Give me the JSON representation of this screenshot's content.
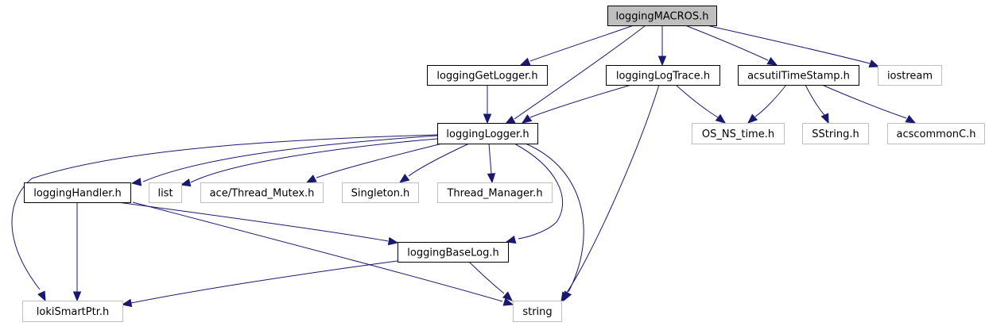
{
  "diagram": {
    "type": "include-dependency-graph",
    "colors": {
      "edge": "#191970",
      "root_fill": "#bfbfbf",
      "documented_border": "#000000",
      "external_border": "#bfbfbf",
      "node_fill": "#ffffff"
    },
    "nodes": [
      {
        "id": "loggingMACROS",
        "label": "loggingMACROS.h",
        "kind": "root"
      },
      {
        "id": "loggingGetLogger",
        "label": "loggingGetLogger.h",
        "kind": "documented"
      },
      {
        "id": "loggingLogTrace",
        "label": "loggingLogTrace.h",
        "kind": "documented"
      },
      {
        "id": "acsutilTimeStamp",
        "label": "acsutilTimeStamp.h",
        "kind": "documented"
      },
      {
        "id": "iostream",
        "label": "iostream",
        "kind": "external"
      },
      {
        "id": "loggingLogger",
        "label": "loggingLogger.h",
        "kind": "documented"
      },
      {
        "id": "OS_NS_time",
        "label": "OS_NS_time.h",
        "kind": "external"
      },
      {
        "id": "SString",
        "label": "SString.h",
        "kind": "external"
      },
      {
        "id": "acscommonC",
        "label": "acscommonC.h",
        "kind": "external"
      },
      {
        "id": "loggingHandler",
        "label": "loggingHandler.h",
        "kind": "documented"
      },
      {
        "id": "list",
        "label": "list",
        "kind": "external"
      },
      {
        "id": "aceThreadMutex",
        "label": "ace/Thread_Mutex.h",
        "kind": "external"
      },
      {
        "id": "Singleton",
        "label": "Singleton.h",
        "kind": "external"
      },
      {
        "id": "ThreadManager",
        "label": "Thread_Manager.h",
        "kind": "external"
      },
      {
        "id": "loggingBaseLog",
        "label": "loggingBaseLog.h",
        "kind": "documented"
      },
      {
        "id": "lokiSmartPtr",
        "label": "lokiSmartPtr.h",
        "kind": "external"
      },
      {
        "id": "string",
        "label": "string",
        "kind": "external"
      }
    ],
    "edges": [
      {
        "from": "loggingMACROS",
        "to": "loggingGetLogger"
      },
      {
        "from": "loggingMACROS",
        "to": "loggingLogger"
      },
      {
        "from": "loggingMACROS",
        "to": "loggingLogTrace"
      },
      {
        "from": "loggingMACROS",
        "to": "acsutilTimeStamp"
      },
      {
        "from": "loggingMACROS",
        "to": "iostream"
      },
      {
        "from": "loggingGetLogger",
        "to": "loggingLogger"
      },
      {
        "from": "loggingLogTrace",
        "to": "loggingLogger"
      },
      {
        "from": "loggingLogTrace",
        "to": "OS_NS_time"
      },
      {
        "from": "loggingLogTrace",
        "to": "string"
      },
      {
        "from": "acsutilTimeStamp",
        "to": "OS_NS_time"
      },
      {
        "from": "acsutilTimeStamp",
        "to": "SString"
      },
      {
        "from": "acsutilTimeStamp",
        "to": "acscommonC"
      },
      {
        "from": "loggingLogger",
        "to": "loggingHandler"
      },
      {
        "from": "loggingLogger",
        "to": "list"
      },
      {
        "from": "loggingLogger",
        "to": "aceThreadMutex"
      },
      {
        "from": "loggingLogger",
        "to": "Singleton"
      },
      {
        "from": "loggingLogger",
        "to": "ThreadManager"
      },
      {
        "from": "loggingLogger",
        "to": "loggingBaseLog"
      },
      {
        "from": "loggingLogger",
        "to": "lokiSmartPtr"
      },
      {
        "from": "loggingLogger",
        "to": "string"
      },
      {
        "from": "loggingHandler",
        "to": "lokiSmartPtr"
      },
      {
        "from": "loggingHandler",
        "to": "loggingBaseLog"
      },
      {
        "from": "loggingHandler",
        "to": "string"
      },
      {
        "from": "loggingBaseLog",
        "to": "lokiSmartPtr"
      },
      {
        "from": "loggingBaseLog",
        "to": "string"
      }
    ]
  }
}
